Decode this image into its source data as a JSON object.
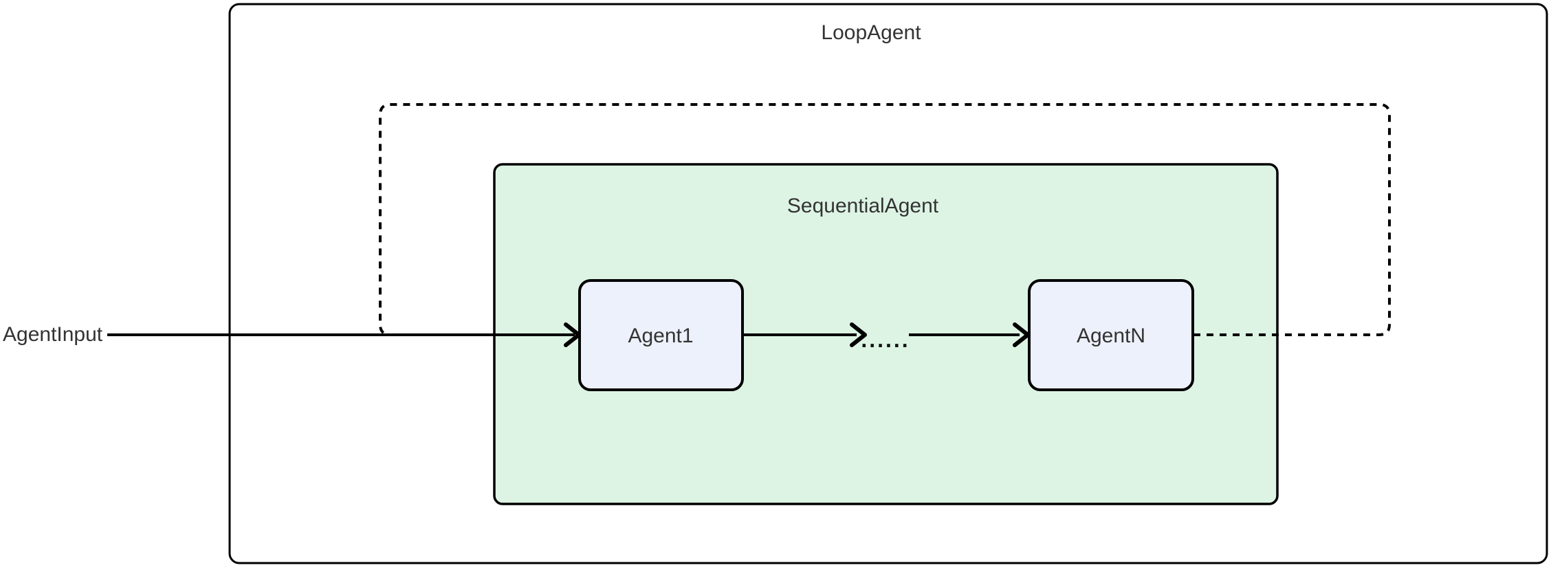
{
  "diagram": {
    "outer_container": {
      "label": "LoopAgent"
    },
    "inner_container": {
      "label": "SequentialAgent"
    },
    "nodes": [
      {
        "id": "agent1",
        "label": "Agent1"
      },
      {
        "id": "agentN",
        "label": "AgentN"
      }
    ],
    "input_label": "AgentInput",
    "ellipsis_label": "......",
    "colors": {
      "inner_container_fill": "#ddf4e4",
      "node_fill": "#edf1fb",
      "line_stroke": "#000000",
      "text_color": "#333333",
      "background": "#ffffff"
    }
  }
}
